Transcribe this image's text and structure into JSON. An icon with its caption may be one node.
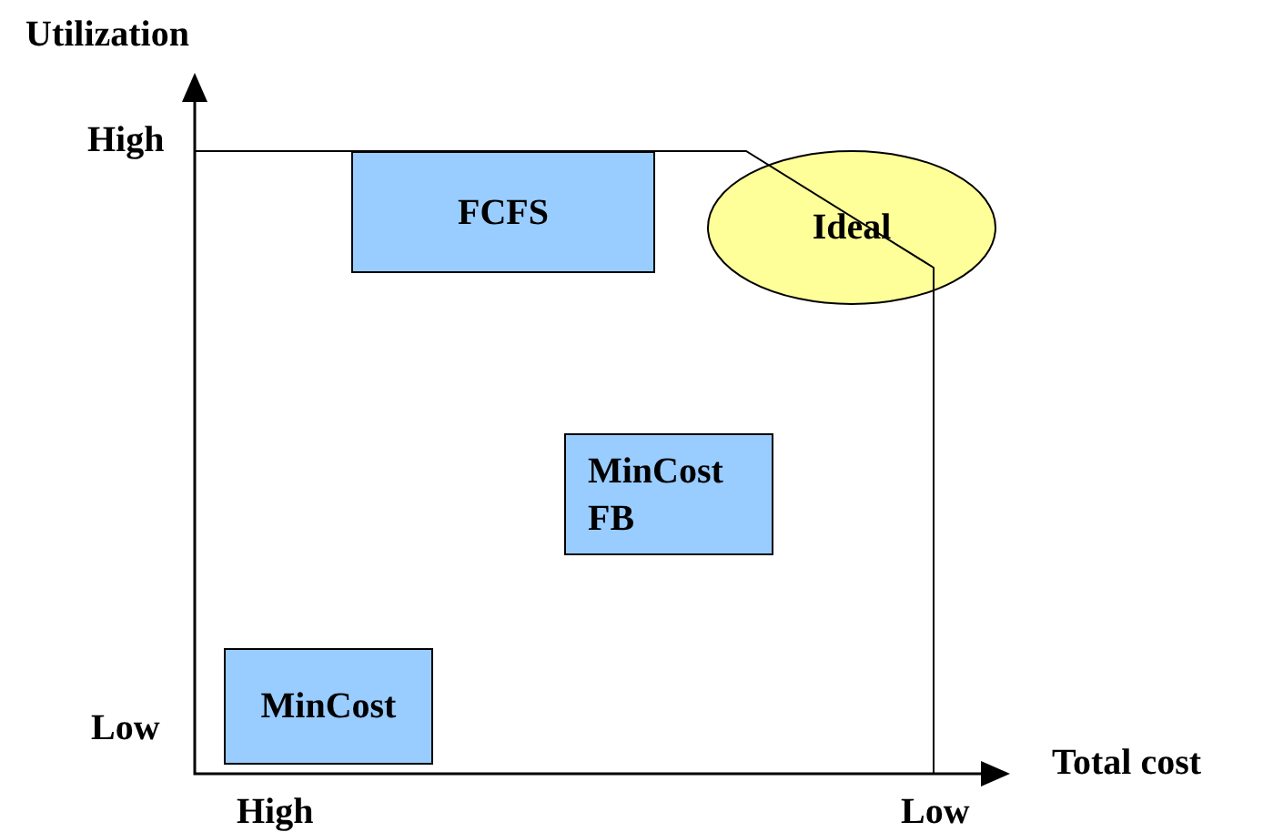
{
  "diagram": {
    "nodes": [
      {
        "text": [
          "FCFS"
        ]
      },
      {
        "text": [
          "Ideal"
        ]
      },
      {
        "text": [
          "MinCost FB"
        ]
      },
      {
        "text": [
          "MinCost"
        ]
      }
    ],
    "labels": [
      "Utilization",
      "High",
      "Low",
      "High",
      "Low",
      "Total cost"
    ]
  }
}
